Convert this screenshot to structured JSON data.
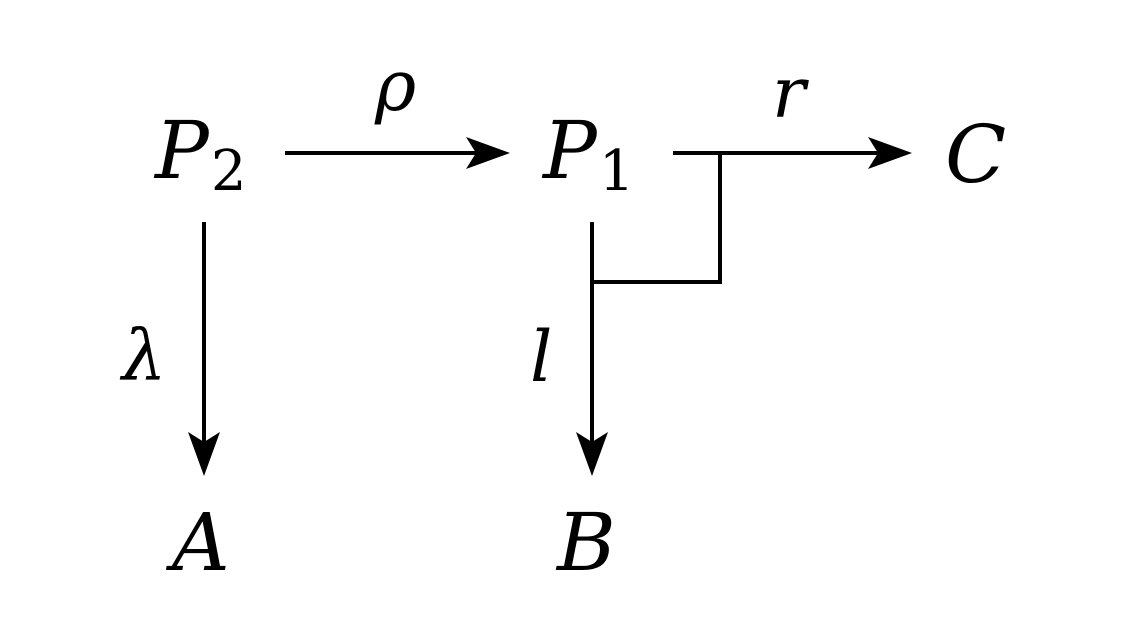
{
  "diagram": {
    "nodes": {
      "p2": {
        "base": "P",
        "sub": "2"
      },
      "p1": {
        "base": "P",
        "sub": "1"
      },
      "c": {
        "label": "C"
      },
      "a": {
        "label": "A"
      },
      "b": {
        "label": "B"
      }
    },
    "edges": {
      "rho": {
        "label": "ρ",
        "from": "P2",
        "to": "P1"
      },
      "r": {
        "label": "r",
        "from": "P1",
        "to": "C"
      },
      "lambda": {
        "label": "λ",
        "from": "P2",
        "to": "A"
      },
      "l": {
        "label": "l",
        "from": "P1",
        "to": "B"
      }
    }
  }
}
